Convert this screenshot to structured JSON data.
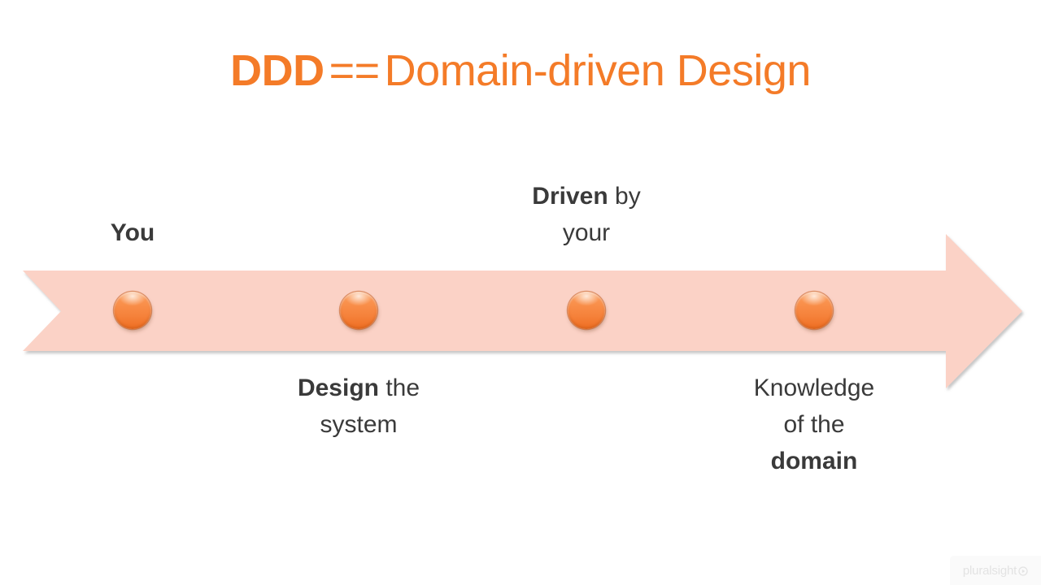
{
  "slide": {
    "background_color": "#ffffff",
    "title": {
      "bold_part": "DDD",
      "operator": "==",
      "rest": "Domain-driven Design",
      "color": "#F47B28"
    },
    "arrow": {
      "name": "right-pointing-process-arrow",
      "fill_color": "#FBD2C6",
      "shadow_color": "#c8c8c8",
      "direction": "right",
      "has_left_chevron_notch": true
    },
    "milestones": [
      {
        "id": 1,
        "dot_color": "#F5813A",
        "position": "above",
        "lines": [
          {
            "bold": "You",
            "regular": ""
          }
        ]
      },
      {
        "id": 2,
        "dot_color": "#F5813A",
        "position": "below",
        "lines": [
          {
            "bold": "Design",
            "regular": " the"
          },
          {
            "bold": "",
            "regular": "system"
          }
        ]
      },
      {
        "id": 3,
        "dot_color": "#F5813A",
        "position": "above",
        "lines": [
          {
            "bold": "Driven",
            "regular": " by"
          },
          {
            "bold": "",
            "regular": "your"
          }
        ]
      },
      {
        "id": 4,
        "dot_color": "#F5813A",
        "position": "below",
        "lines": [
          {
            "bold": "",
            "regular": "Knowledge"
          },
          {
            "bold": "",
            "regular": "of the"
          },
          {
            "bold": "domain",
            "regular": ""
          }
        ]
      }
    ],
    "label_text_color": "#3a3a3a",
    "watermark": {
      "text": "pluralsight",
      "icon": "play-circle-icon",
      "color": "#e3e3e3"
    }
  }
}
